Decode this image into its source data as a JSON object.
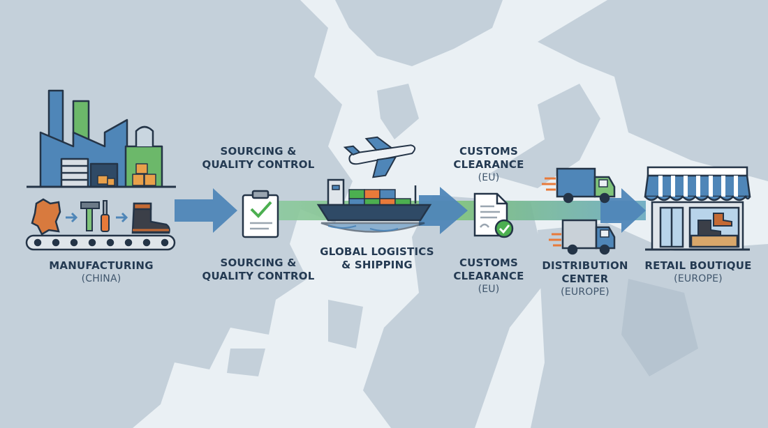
{
  "colors": {
    "land": "#c4d0da",
    "water": "#eaf0f4",
    "arrow_blue": "#4f86b8",
    "band_green": "#7fc37a",
    "outline": "#243447",
    "accent_orange": "#e87a3a"
  },
  "icons": [
    "factory-icon",
    "leather-hide-icon",
    "hammer-icon",
    "screwdriver-icon",
    "boot-icon",
    "conveyor-belt-icon",
    "clipboard-check-icon",
    "airplane-icon",
    "cargo-ship-icon",
    "customs-document-icon",
    "delivery-truck-icon",
    "retail-store-icon"
  ],
  "stages": {
    "manufacturing": {
      "title": "MANUFACTURING",
      "sub": "(CHINA)"
    },
    "sourcing_top": {
      "line1": "SOURCING &",
      "line2": "QUALITY CONTROL"
    },
    "sourcing_bottom": {
      "line1": "SOURCING &",
      "line2": "QUALITY CONTROL"
    },
    "logistics": {
      "line1": "GLOBAL LOGISTICS",
      "line2": "& SHIPPING"
    },
    "customs_top": {
      "line1": "CUSTOMS",
      "line2": "CLEARANCE",
      "sub": "(EU)"
    },
    "customs_bottom": {
      "line1": "CUSTOMS",
      "line2": "CLEARANCE",
      "sub": "(EU)"
    },
    "distribution": {
      "line1": "DISTRIBUTION",
      "line2": "CENTER",
      "sub": "(EUROPE)"
    },
    "retail": {
      "title": "RETAIL BOUTIQUE",
      "sub": "(EUROPE)"
    }
  }
}
